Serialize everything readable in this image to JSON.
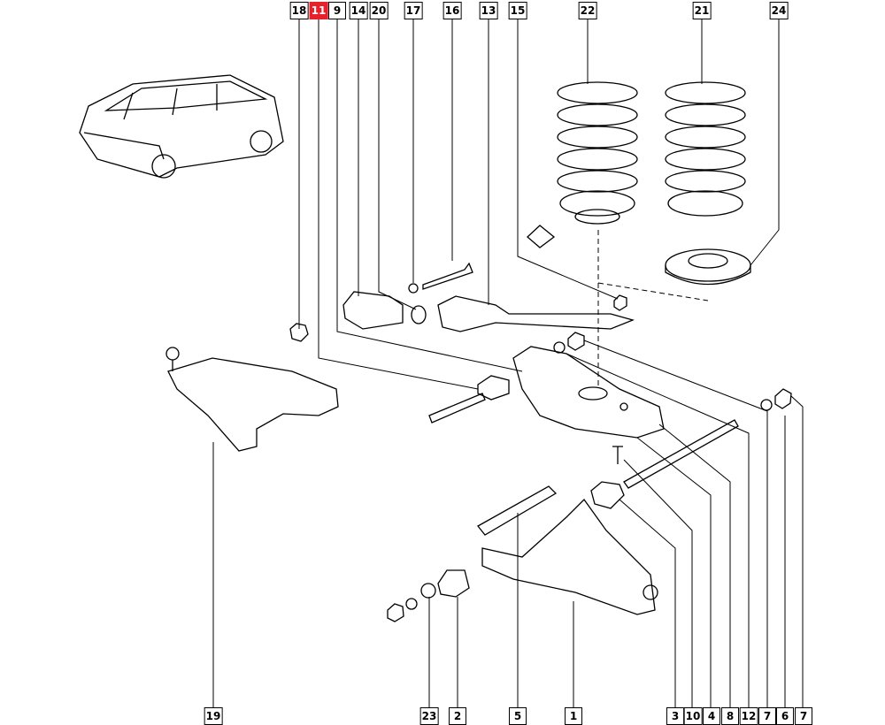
{
  "diagram": {
    "highlight_color": "#e8202a",
    "highlighted_part": "11",
    "top_labels": [
      "18",
      "11",
      "9",
      "14",
      "20",
      "17",
      "16",
      "13",
      "15",
      "22",
      "21",
      "24"
    ],
    "bottom_labels": [
      "19",
      "23",
      "2",
      "5",
      "1",
      "3",
      "10",
      "4",
      "8",
      "12",
      "7",
      "6",
      "7"
    ]
  }
}
